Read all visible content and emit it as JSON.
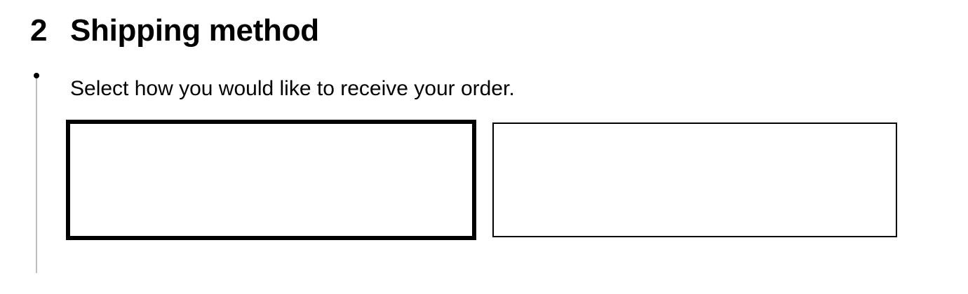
{
  "step": {
    "number": "2",
    "title": "Shipping method",
    "description": "Select how you would like to receive your order."
  },
  "options": [
    {
      "label": "",
      "selected": true
    },
    {
      "label": "",
      "selected": false
    }
  ],
  "colors": {
    "text": "#000000",
    "timeline": "#bdbdbd",
    "selected_border": "#000000",
    "background": "#ffffff"
  }
}
